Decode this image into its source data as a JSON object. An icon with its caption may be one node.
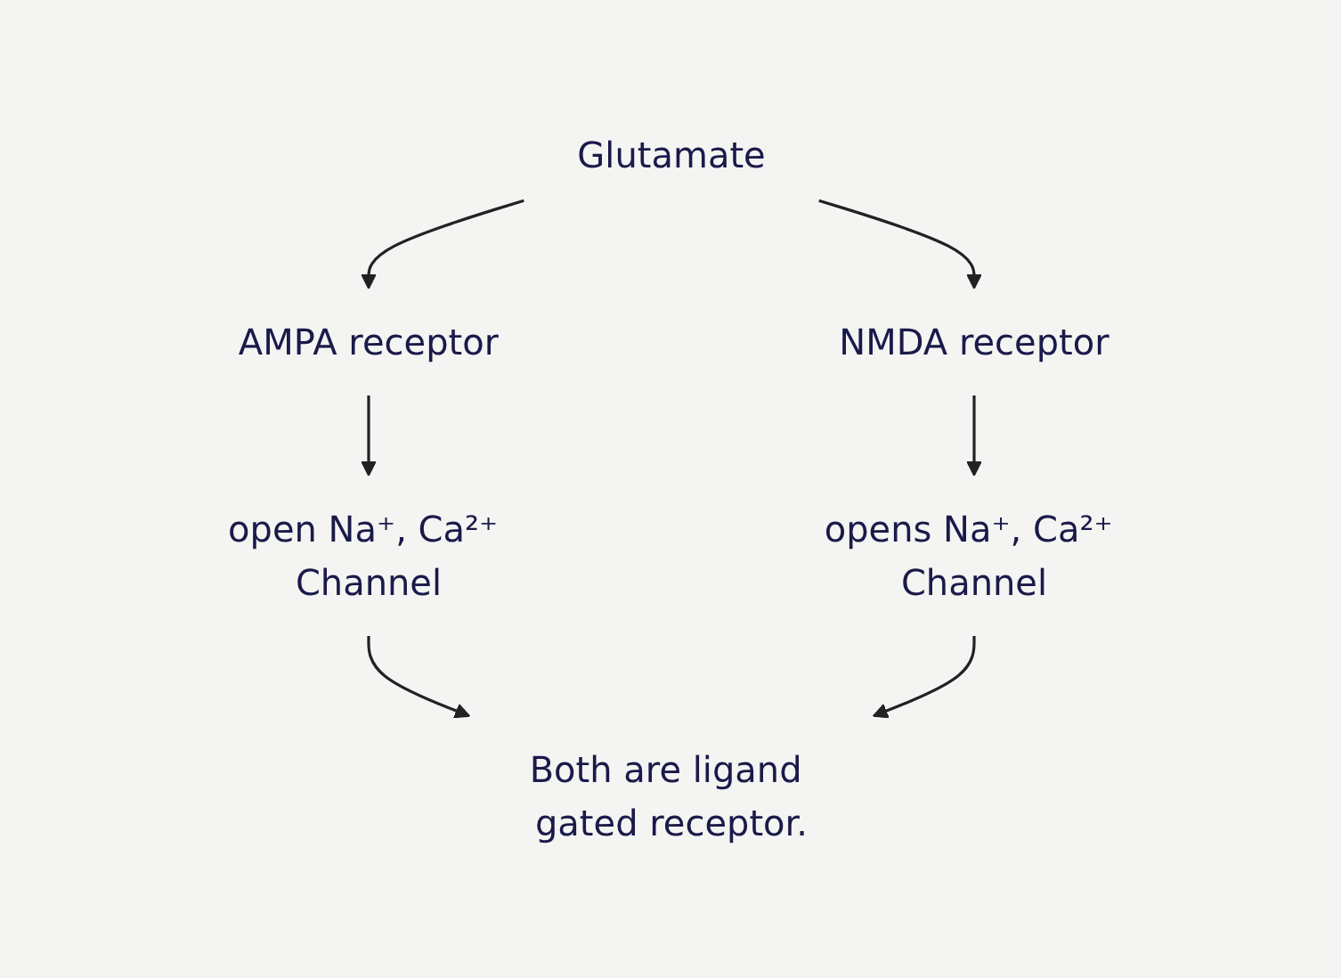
{
  "diagram": {
    "nodes": [
      {
        "text": [
          "Glutamate"
        ]
      },
      {
        "text": [
          "AMPA receptor"
        ]
      },
      {
        "text": [
          "NMDA receptor"
        ]
      },
      {
        "text": [
          "open Na⁺, Ca²⁺ Channel"
        ]
      },
      {
        "text": [
          "opens Na⁺, Ca²⁺ Channel"
        ]
      },
      {
        "text": [
          "Both are ligand gated receptor."
        ]
      }
    ],
    "edges": [
      {
        "from": 0,
        "to": 1,
        "arrow": "to"
      },
      {
        "from": 0,
        "to": 2,
        "arrow": "to"
      },
      {
        "from": 1,
        "to": 3,
        "arrow": "to"
      },
      {
        "from": 2,
        "to": 4,
        "arrow": "to"
      },
      {
        "from": 3,
        "to": 5,
        "arrow": "to"
      },
      {
        "from": 4,
        "to": 5,
        "arrow": "to"
      }
    ]
  }
}
